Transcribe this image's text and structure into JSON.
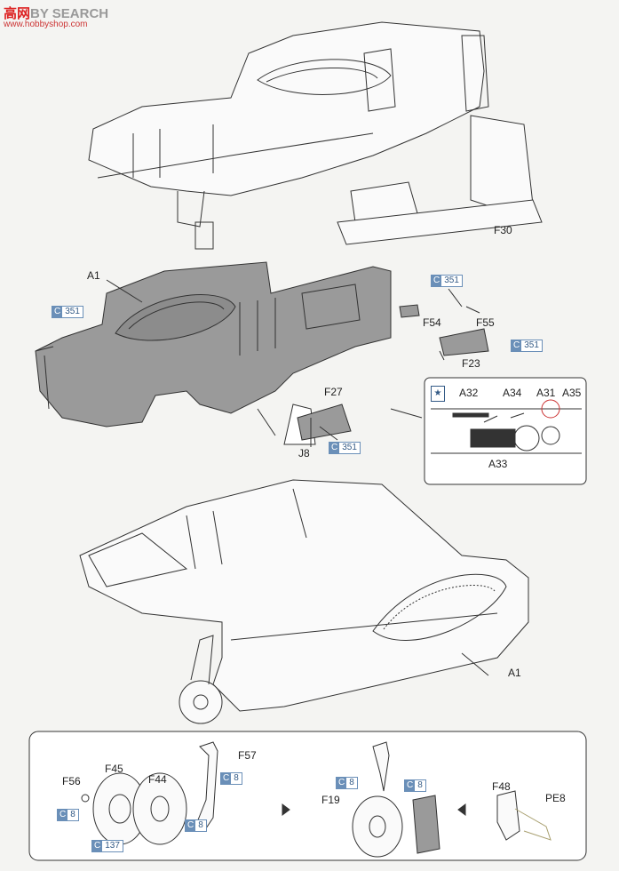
{
  "watermark": {
    "brand": "高",
    "brand2": "网",
    "search": "BY SEARCH",
    "site": "www.hobbyshop.com"
  },
  "labels": {
    "f30": "F30",
    "a1_top": "A1",
    "a1_bottom": "A1",
    "f54": "F54",
    "f55": "F55",
    "f23": "F23",
    "f27": "F27",
    "j8": "J8",
    "a32": "A32",
    "a34": "A34",
    "a31": "A31",
    "a35": "A35",
    "a33": "A33",
    "f57": "F57",
    "f56": "F56",
    "f45": "F45",
    "f44": "F44",
    "f19": "F19",
    "f48": "F48",
    "pe8": "PE8"
  },
  "color_callouts": [
    {
      "code": "C",
      "num": "351"
    },
    {
      "code": "C",
      "num": "351"
    },
    {
      "code": "C",
      "num": "351"
    },
    {
      "code": "C",
      "num": "351"
    },
    {
      "code": "C",
      "num": "8"
    },
    {
      "code": "C",
      "num": "8"
    },
    {
      "code": "C",
      "num": "8"
    },
    {
      "code": "C",
      "num": "137"
    },
    {
      "code": "C",
      "num": "8"
    },
    {
      "code": "C",
      "num": "8"
    }
  ],
  "icons": {
    "decal": "decal-icon"
  },
  "colors": {
    "line": "#333333",
    "fill": "#9a9a9a",
    "callout": "#6a8fb8"
  }
}
